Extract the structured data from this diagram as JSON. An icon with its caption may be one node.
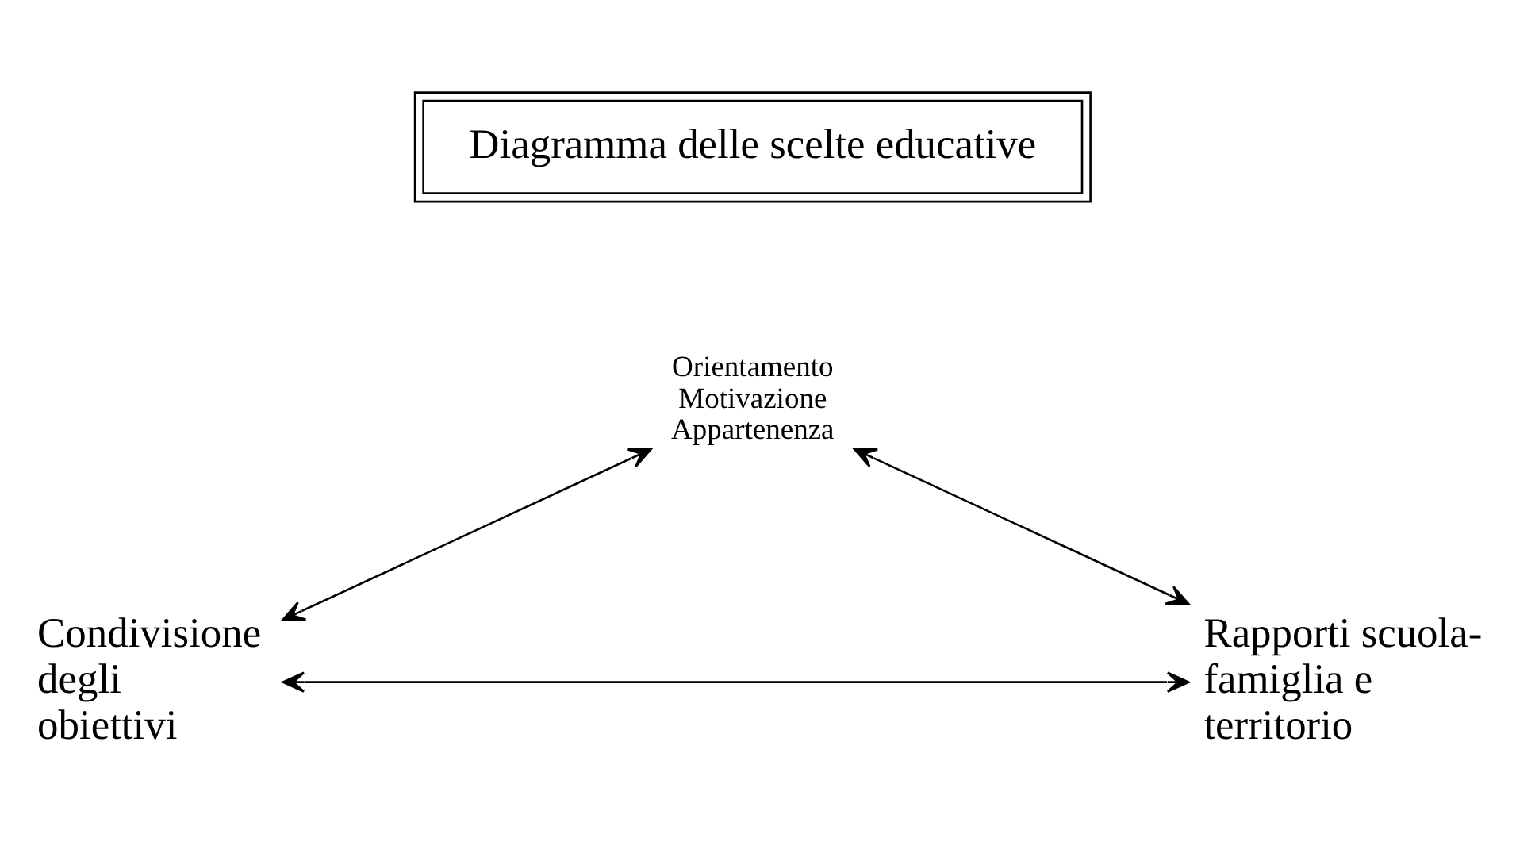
{
  "diagram": {
    "nodes": [
      {
        "text": [
          "Diagramma delle scelte educative"
        ]
      },
      {
        "text": [
          "Orientamento Motivazione Appartenenza"
        ]
      },
      {
        "text": [
          "Condivisione degli obiettivi"
        ]
      },
      {
        "text": [
          "Rapporti scuola-famiglia e territorio"
        ]
      }
    ],
    "edges": [
      {
        "from": 2,
        "to": 1,
        "arrow": "both"
      },
      {
        "from": 1,
        "to": 3,
        "arrow": "both"
      },
      {
        "from": 2,
        "to": 3,
        "arrow": "both"
      }
    ]
  }
}
